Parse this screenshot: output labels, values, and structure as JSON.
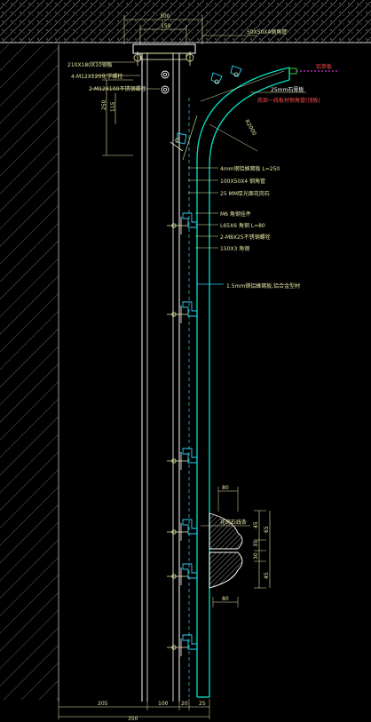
{
  "top_labels": {
    "top_dim_outer": "300",
    "top_dim_inner": "150",
    "top_plate": "50X50X4钢角管",
    "steel_plate": "210X180X10钢板",
    "bolts": "4-M12X120化学螺栓",
    "nut_bolts": "2-M12X100不锈钢螺栓",
    "left_dim_a": "250",
    "left_dim_b": "115",
    "fire_board": "25mm石膏板",
    "red_note": "铝单板",
    "red_note_sub": "底部一线板材钢角管(顶板)",
    "radius": "R2000"
  },
  "mid_labels": {
    "l1": "4mm钢铝蜂窝板 L=250",
    "l2": "100X50X4 钢角管",
    "l3": "25 MM厚光面花岗石",
    "l4": "M6 角钢挂件",
    "l5": "L65X6 角钢 L=80",
    "l6": "2-M8X25不锈钢螺栓",
    "l7": "150X3 角钢",
    "l8": "1.5mm钢铝蜂窝板,铝合金型材"
  },
  "bottom_labels": {
    "feature_dim": "80",
    "profile_label": "花岗石线条",
    "right_dim_1": "45",
    "right_dim_2": "35",
    "right_dim_3": "30",
    "right_dim_4": "65",
    "right_dim_5": "45",
    "bot_dim_1": "80",
    "bottom_dim_a": "205",
    "bottom_dim_b": "100",
    "bottom_dim_c": "20",
    "bottom_dim_d": "25",
    "bottom_dim_total": "350"
  },
  "colors": {
    "background": "#000000",
    "hatch": "#8c8c8c",
    "steel": "#ffffff",
    "cladding": "#00e5c8",
    "bracket": "#2fd0f0",
    "anchor": "#e8e8a8",
    "red": "#ff4a4a",
    "magenta": "#ff3cff",
    "green": "#3cff3c"
  }
}
